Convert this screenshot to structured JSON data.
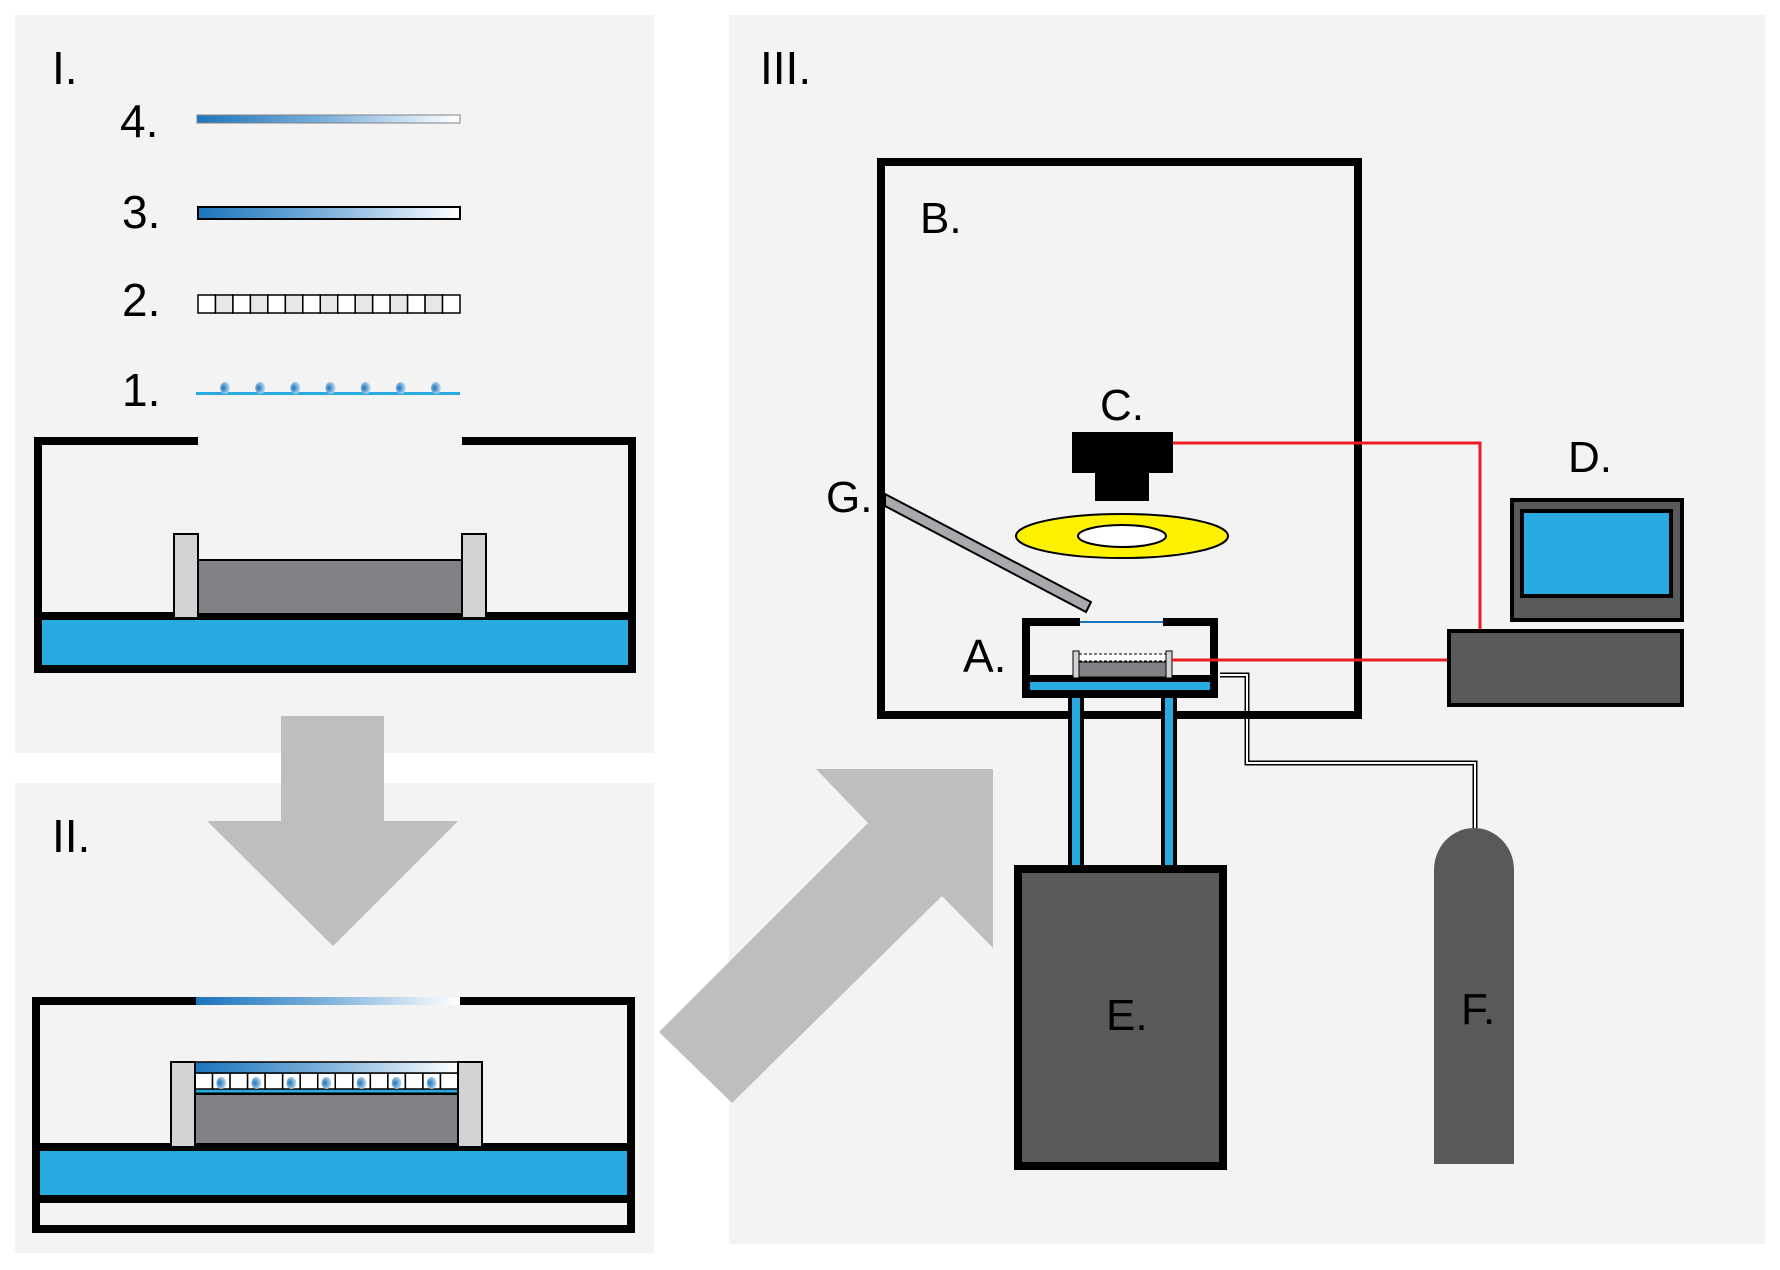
{
  "figure": {
    "panels": {
      "panel_1": {
        "label": "I."
      },
      "panel_2": {
        "label": "II."
      },
      "panel_3": {
        "label": "III."
      }
    },
    "layers": [
      {
        "label": "1.",
        "kind": "particles-on-film",
        "particle_count": 7
      },
      {
        "label": "2.",
        "kind": "cell-grid",
        "cell_count": 15
      },
      {
        "label": "3.",
        "kind": "gradient-bar-thick"
      },
      {
        "label": "4.",
        "kind": "gradient-bar-thin"
      }
    ],
    "components": {
      "A": {
        "label": "A."
      },
      "B": {
        "label": "B."
      },
      "C": {
        "label": "C."
      },
      "D": {
        "label": "D."
      },
      "E": {
        "label": "E."
      },
      "F": {
        "label": "F."
      },
      "G": {
        "label": "G."
      }
    },
    "colors": {
      "panel_bg": "#f3f3f3",
      "outline": "#000000",
      "water_blue": "#29abe2",
      "arrow_gray": "#bcbec0",
      "post_gray": "#d1d3d4",
      "block_gray": "#808285",
      "device_gray": "#58595b",
      "cable_red": "#ed1c24",
      "ring_yellow": "#fff200",
      "gradient_dark": "#1b75bc",
      "gradient_light": "#ffffff"
    }
  }
}
